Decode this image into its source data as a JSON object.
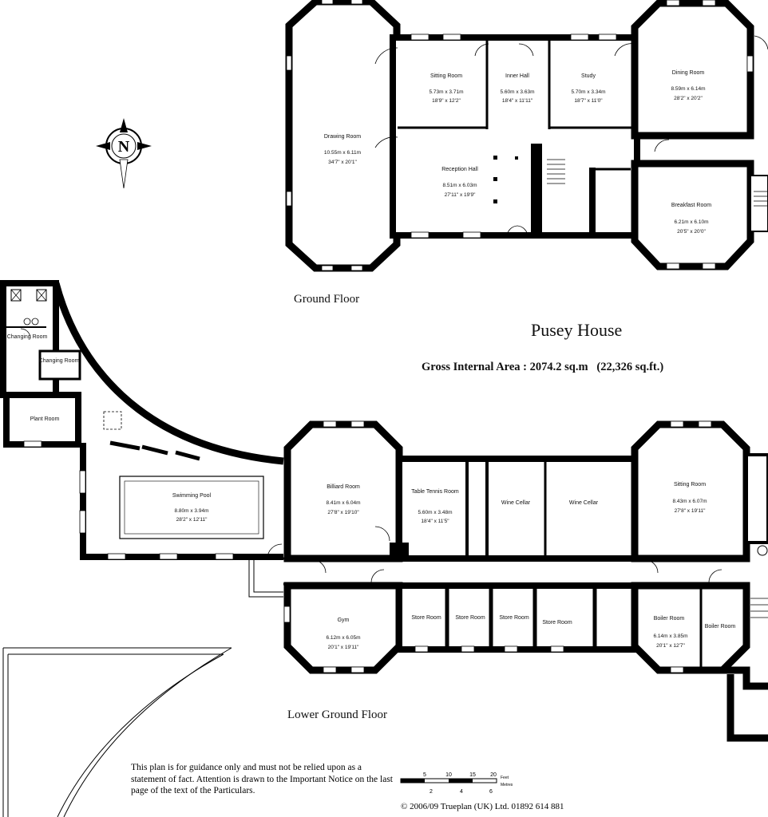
{
  "title": "Pusey House",
  "gross_internal_area": {
    "label": "Gross Internal Area",
    "metric": ": 2074.2 sq.m",
    "imperial": "(22,326 sq.ft.)"
  },
  "floors": {
    "ground": "Ground Floor",
    "lower_ground": "Lower Ground Floor"
  },
  "compass": {
    "north": "N"
  },
  "rooms": {
    "drawing_room": {
      "name": "Drawing Room",
      "dim_m": "10.55m x 6.11m",
      "dim_ft": "34'7\" x 20'1\""
    },
    "sitting_room_g": {
      "name": "Sitting Room",
      "dim_m": "5.73m x 3.71m",
      "dim_ft": "18'9\" x 12'2\""
    },
    "inner_hall": {
      "name": "Inner Hall",
      "dim_m": "5.60m x 3.63m",
      "dim_ft": "18'4\" x 11'11\""
    },
    "study": {
      "name": "Study",
      "dim_m": "5.70m x 3.34m",
      "dim_ft": "18'7\" x 11'0\""
    },
    "dining_room": {
      "name": "Dining Room",
      "dim_m": "8.59m x 6.14m",
      "dim_ft": "28'2\" x 20'2\""
    },
    "reception_hall": {
      "name": "Reception Hall",
      "dim_m": "8.51m x 6.03m",
      "dim_ft": "27'11\" x 19'9\""
    },
    "breakfast_room": {
      "name": "Breakfast Room",
      "dim_m": "6.21m x 6.10m",
      "dim_ft": "20'5\" x 20'0\""
    },
    "changing_room_1": {
      "name": "Changing Room"
    },
    "changing_room_2": {
      "name": "Changing Room"
    },
    "plant_room": {
      "name": "Plant Room"
    },
    "swimming_pool": {
      "name": "Swimming Pool",
      "dim_m": "8.80m x 3.94m",
      "dim_ft": "28'2\" x 12'11\""
    },
    "billiard_room": {
      "name": "Billiard Room",
      "dim_m": "8.41m x 6.04m",
      "dim_ft": "27'8\" x 19'10\""
    },
    "table_tennis": {
      "name": "Table Tennis Room",
      "dim_m": "5.60m x 3.48m",
      "dim_ft": "18'4\" x 11'5\""
    },
    "wine_cellar_1": {
      "name": "Wine Cellar"
    },
    "wine_cellar_2": {
      "name": "Wine Cellar"
    },
    "sitting_room_lg": {
      "name": "Sitting Room",
      "dim_m": "8.43m x 6.07m",
      "dim_ft": "27'8\" x 19'11\""
    },
    "gym": {
      "name": "Gym",
      "dim_m": "6.12m x 6.05m",
      "dim_ft": "20'1\" x 19'11\""
    },
    "store_1": {
      "name": "Store Room"
    },
    "store_2": {
      "name": "Store Room"
    },
    "store_3": {
      "name": "Store Room"
    },
    "store_4": {
      "name": "Store Room"
    },
    "boiler_room_1": {
      "name": "Boiler Room",
      "dim_m": "6.14m x 3.85m",
      "dim_ft": "20'1\" x 12'7\""
    },
    "boiler_room_2": {
      "name": "Boiler Room"
    }
  },
  "scale_bar": {
    "feet_ticks": [
      "5",
      "10",
      "15",
      "20"
    ],
    "metre_ticks": [
      "2",
      "4",
      "6"
    ],
    "feet_label": "Feet",
    "metre_label": "Metres"
  },
  "disclaimer": "This plan is for guidance only and must not be relied upon as a statement of fact. Attention is drawn to the Important Notice on the last page of the text of the Particulars.",
  "copyright": "©  2006/09  Trueplan (UK) Ltd. 01892 614 881"
}
